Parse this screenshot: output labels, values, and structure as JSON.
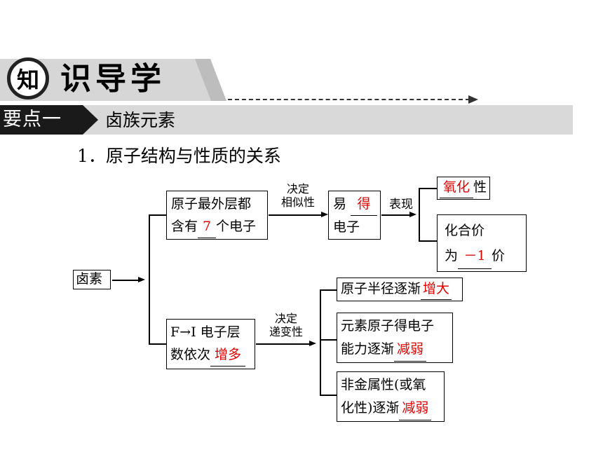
{
  "header": {
    "char1": "知",
    "rest": "识导学"
  },
  "section": {
    "tag": "要点一",
    "title": "卤族元素"
  },
  "subtitle": "1．原子结构与性质的关系",
  "diagram": {
    "root": "卤素",
    "top_box": {
      "line1": "原子最外层都",
      "line2_pre": "含有",
      "line2_blank": "7",
      "line2_post": "个电子"
    },
    "top_arrow": {
      "line1": "决定",
      "line2": "相似性"
    },
    "easy_box": {
      "pre": "易",
      "blank": "得",
      "line2": "电子"
    },
    "show_label": "表现",
    "oxid_box": {
      "blank": "氧化",
      "post": "性"
    },
    "valence_box": {
      "line1": "化合价",
      "pre": "为",
      "blank": "－1",
      "post": "价"
    },
    "bottom_box": {
      "line1": "F→I 电子层",
      "line2_pre": "数依次",
      "line2_blank": "增多"
    },
    "bottom_arrow": {
      "line1": "决定",
      "line2": "递变性"
    },
    "radius_box": {
      "pre": "原子半径逐渐",
      "blank": "增大"
    },
    "gain_box": {
      "line1": "元素原子得电子",
      "pre": "能力逐渐",
      "blank": "减弱"
    },
    "nonmetal_box": {
      "line1": "非金属性(或氧",
      "pre": "化性)逐渐",
      "blank": "减弱"
    }
  }
}
